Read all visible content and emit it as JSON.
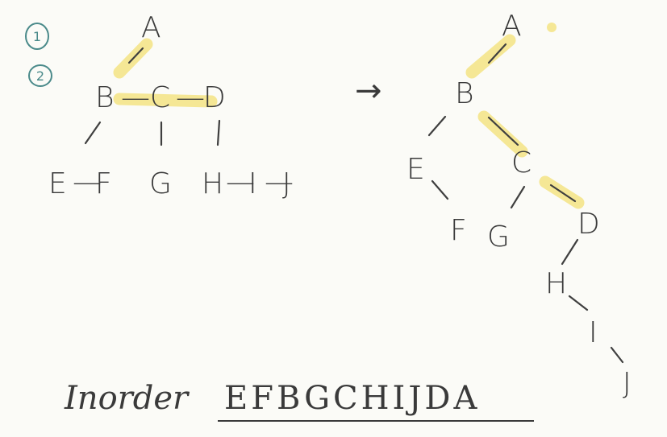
{
  "step_markers": [
    "1",
    "2"
  ],
  "left_tree": {
    "nodes": {
      "A": "A",
      "B": "B",
      "C": "C",
      "D": "D",
      "E": "E",
      "F": "F",
      "G": "G",
      "H": "H",
      "I": "I",
      "J": "J"
    },
    "sibling_links": [
      "—",
      "—",
      "—",
      "—",
      "—"
    ]
  },
  "arrow": "→",
  "right_tree": {
    "nodes": {
      "A": "A",
      "B": "B",
      "C": "C",
      "D": "D",
      "E": "E",
      "F": "F",
      "G": "G",
      "H": "H",
      "I": "I",
      "J": "J"
    }
  },
  "inorder": {
    "label": "Inorder",
    "sequence": "EFBGCHIJDA"
  }
}
